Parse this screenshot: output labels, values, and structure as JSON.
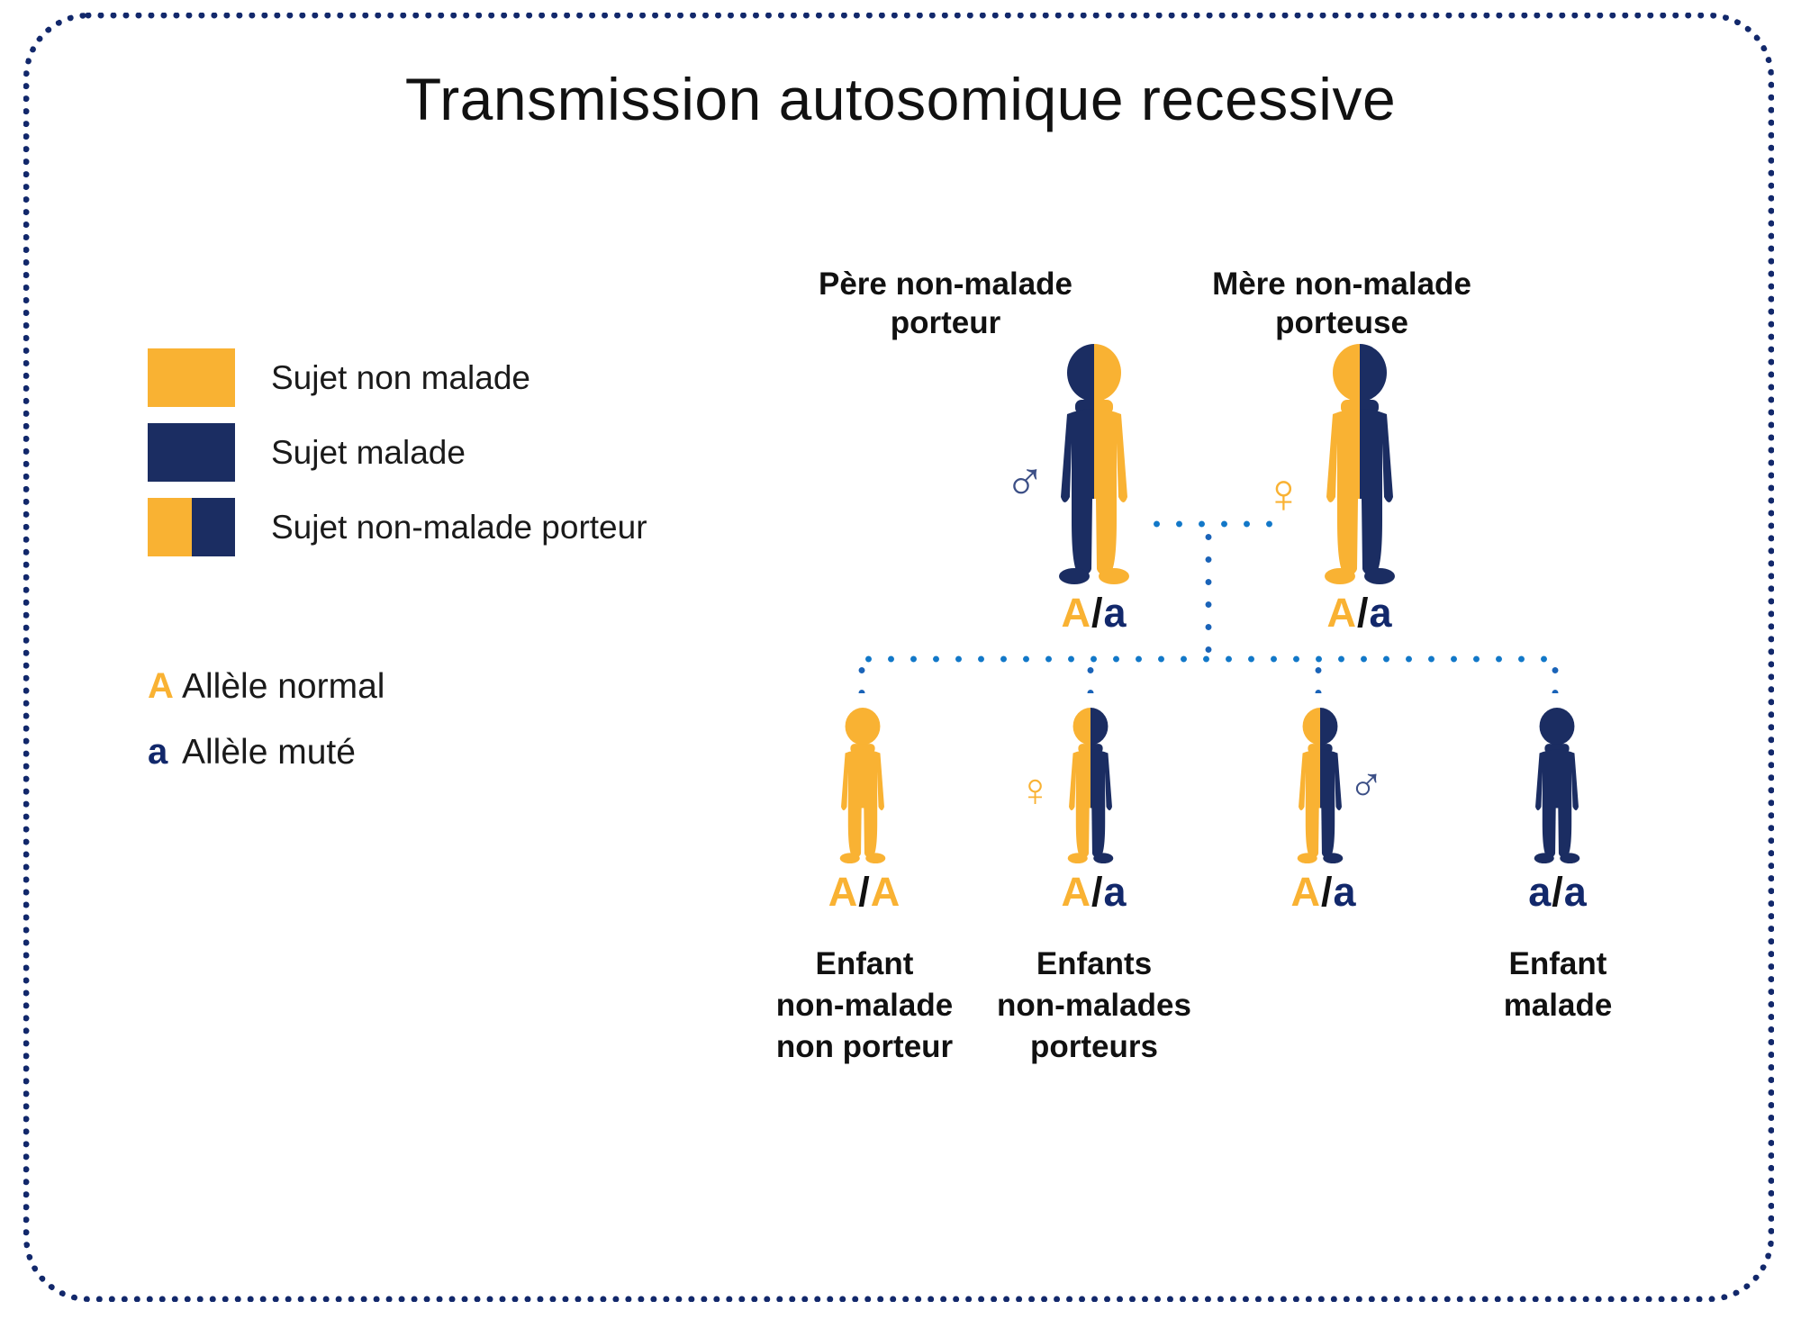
{
  "title": "Transmission autosomique recessive",
  "colors": {
    "orange": "#f9b233",
    "navy": "#1b2d62",
    "navy_dark": "#12286b",
    "dot_blue": "#1278c8",
    "text": "#111111"
  },
  "legend": {
    "items": [
      {
        "label": "Sujet non malade",
        "swatch": "solid-orange",
        "left": "#f9b233",
        "right": "#f9b233"
      },
      {
        "label": "Sujet malade",
        "swatch": "solid-navy",
        "left": "#1b2d62",
        "right": "#1b2d62"
      },
      {
        "label": "Sujet non-malade porteur",
        "swatch": "split-orange-navy",
        "left": "#f9b233",
        "right": "#1b2d62"
      }
    ],
    "alleles": [
      {
        "symbol": "A",
        "text": "Allèle normal",
        "color": "#f9b233"
      },
      {
        "symbol": "a",
        "text": "Allèle muté",
        "color": "#12286b"
      }
    ]
  },
  "pedigree": {
    "parents": [
      {
        "label_line1": "Père non-malade",
        "label_line2": "porteur",
        "genotype": {
          "first": "A",
          "sep": "/",
          "second": "a"
        },
        "sex": "male",
        "sex_symbol": "mars-symbol",
        "sex_symbol_color": "#3c4f86",
        "fill_left": "#1b2d62",
        "fill_right": "#f9b233"
      },
      {
        "label_line1": "Mère non-malade",
        "label_line2": "porteuse",
        "genotype": {
          "first": "A",
          "sep": "/",
          "second": "a"
        },
        "sex": "female",
        "sex_symbol": "venus-symbol",
        "sex_symbol_color": "#f9b233",
        "fill_left": "#f9b233",
        "fill_right": "#1b2d62"
      }
    ],
    "children": [
      {
        "genotype": {
          "first": "A",
          "sep": "/",
          "second": "A"
        },
        "caption_lines": [
          "Enfant",
          "non-malade",
          "non porteur"
        ],
        "sex": "none",
        "sex_symbol": "",
        "sex_symbol_color": "",
        "fill_left": "#f9b233",
        "fill_right": "#f9b233"
      },
      {
        "genotype": {
          "first": "A",
          "sep": "/",
          "second": "a"
        },
        "caption_lines": [
          "Enfants",
          "non-malades",
          "porteurs"
        ],
        "sex": "female",
        "sex_symbol": "venus-symbol",
        "sex_symbol_color": "#f9b233",
        "fill_left": "#f9b233",
        "fill_right": "#1b2d62"
      },
      {
        "genotype": {
          "first": "A",
          "sep": "/",
          "second": "a"
        },
        "caption_lines": [],
        "sex": "male",
        "sex_symbol": "mars-symbol",
        "sex_symbol_color": "#3c4f86",
        "fill_left": "#f9b233",
        "fill_right": "#1b2d62"
      },
      {
        "genotype": {
          "first": "a",
          "sep": "/",
          "second": "a"
        },
        "caption_lines": [
          "Enfant",
          "malade"
        ],
        "sex": "none",
        "sex_symbol": "",
        "sex_symbol_color": "",
        "fill_left": "#1b2d62",
        "fill_right": "#1b2d62"
      }
    ]
  }
}
